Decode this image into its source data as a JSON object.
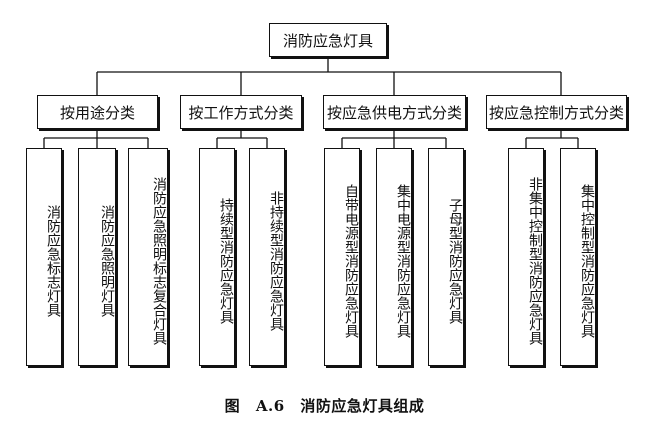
{
  "root": {
    "label": "消防应急灯具"
  },
  "groups": [
    {
      "label": "按用途分类",
      "children": [
        "消防应急标志灯具",
        "消防应急照明灯具",
        "消防应急照明标志复合灯具"
      ]
    },
    {
      "label": "按工作方式分类",
      "children": [
        "持续型消防应急灯具",
        "非持续型消防应急灯具"
      ]
    },
    {
      "label": "按应急供电方式分类",
      "children": [
        "自带电源型消防应急灯具",
        "集中电源型消防应急灯具",
        "子母型消防应急灯具"
      ]
    },
    {
      "label": "按应急控制方式分类",
      "children": [
        "非集中控制型消防应急灯具",
        "集中控制型消防应急灯具"
      ]
    }
  ],
  "caption": {
    "figure_label": "图 A.6",
    "title": "消防应急灯具组成"
  }
}
